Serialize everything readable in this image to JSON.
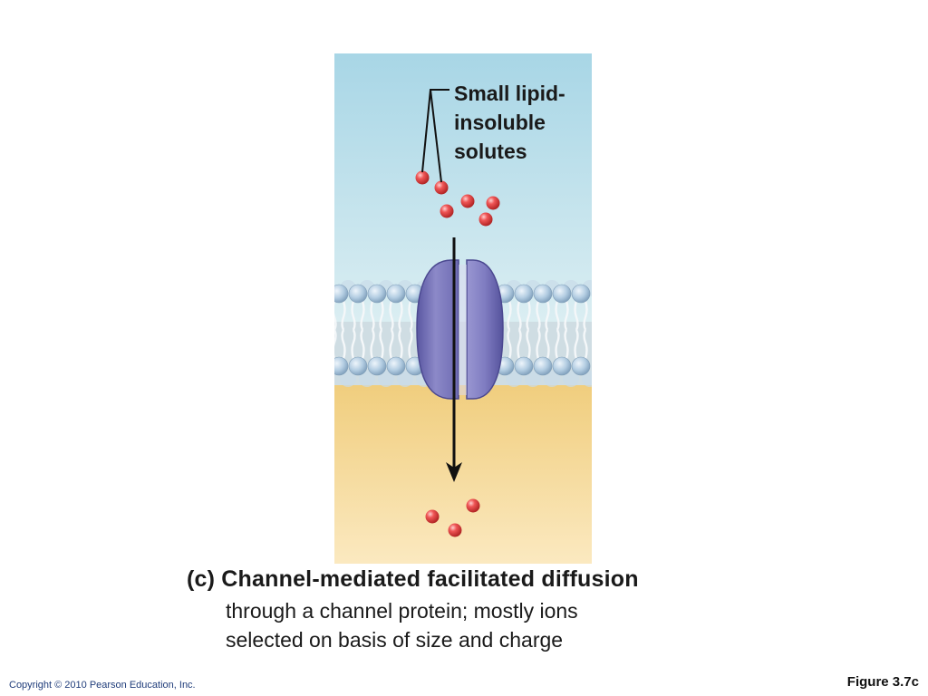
{
  "labels": {
    "solutes_line1": "Small lipid-",
    "solutes_line2": "insoluble",
    "solutes_line3": "solutes"
  },
  "caption": {
    "title": "(c) Channel-mediated facilitated diffusion",
    "line2": "through a channel protein; mostly ions",
    "line3": "selected on basis of size and charge"
  },
  "footer": {
    "copyright": "Copyright © 2010 Pearson Education, Inc.",
    "figure": "Figure 3.7c"
  },
  "colors": {
    "extracellular_top": "#a8d6e6",
    "extracellular_bottom": "#dff0f3",
    "intracellular_top": "#f1cf7f",
    "intracellular_bottom": "#fbe8bd",
    "channel_protein": "#7b78bd",
    "phospholipid_head": "#a9c5dc",
    "solute": "#e23b3b",
    "arrow": "#111111"
  }
}
